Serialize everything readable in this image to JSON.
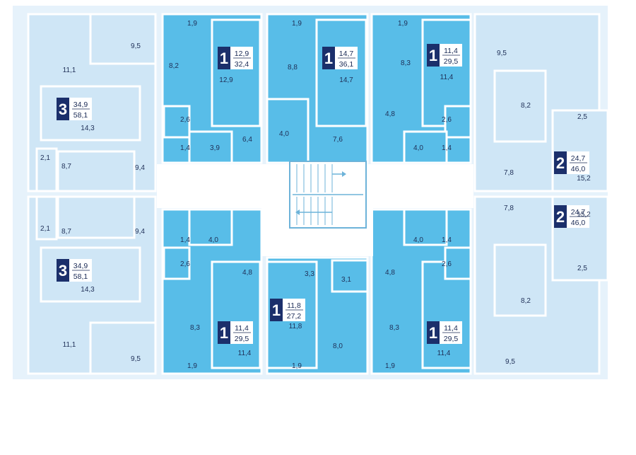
{
  "colors": {
    "light_apartment": "#cfe6f6",
    "mid_apartment": "#58bde8",
    "wall_line": "#ffffff",
    "badge_dark": "#1b2f6b",
    "label_text": "#1f2f57",
    "common_area": "#ffffff",
    "stair_outline": "#6db3d9"
  },
  "apartments": [
    {
      "rooms": "3",
      "living": "34,9",
      "total": "58,1"
    },
    {
      "rooms": "3",
      "living": "34,9",
      "total": "58,1"
    },
    {
      "rooms": "1",
      "living": "12,9",
      "total": "32,4"
    },
    {
      "rooms": "1",
      "living": "14,7",
      "total": "36,1"
    },
    {
      "rooms": "1",
      "living": "11,4",
      "total": "29,5"
    },
    {
      "rooms": "2",
      "living": "24,7",
      "total": "46,0"
    },
    {
      "rooms": "2",
      "living": "24,7",
      "total": "46,0"
    },
    {
      "rooms": "1",
      "living": "11,4",
      "total": "29,5"
    },
    {
      "rooms": "1",
      "living": "11,8",
      "total": "27,2"
    },
    {
      "rooms": "1",
      "living": "11,4",
      "total": "29,5"
    }
  ],
  "room_labels": [
    "9,5",
    "11,1",
    "14,3",
    "2,1",
    "8,7",
    "9,4",
    "2,1",
    "8,7",
    "9,4",
    "14,3",
    "11,1",
    "9,5",
    "1,9",
    "8,2",
    "12,9",
    "2,6",
    "1,4",
    "3,9",
    "6,4",
    "1,9",
    "8,8",
    "14,7",
    "4,0",
    "7,6",
    "1,9",
    "8,3",
    "11,4",
    "4,8",
    "2,6",
    "4,0",
    "1,4",
    "9,5",
    "8,2",
    "2,5",
    "7,8",
    "15,2",
    "7,8",
    "15,2",
    "8,2",
    "2,5",
    "9,5",
    "1,4",
    "4,0",
    "2,6",
    "4,8",
    "8,3",
    "11,4",
    "1,9",
    "3,3",
    "3,1",
    "11,8",
    "8,0",
    "1,9",
    "4,0",
    "1,4",
    "4,8",
    "2,6",
    "8,3",
    "11,4",
    "1,9"
  ]
}
